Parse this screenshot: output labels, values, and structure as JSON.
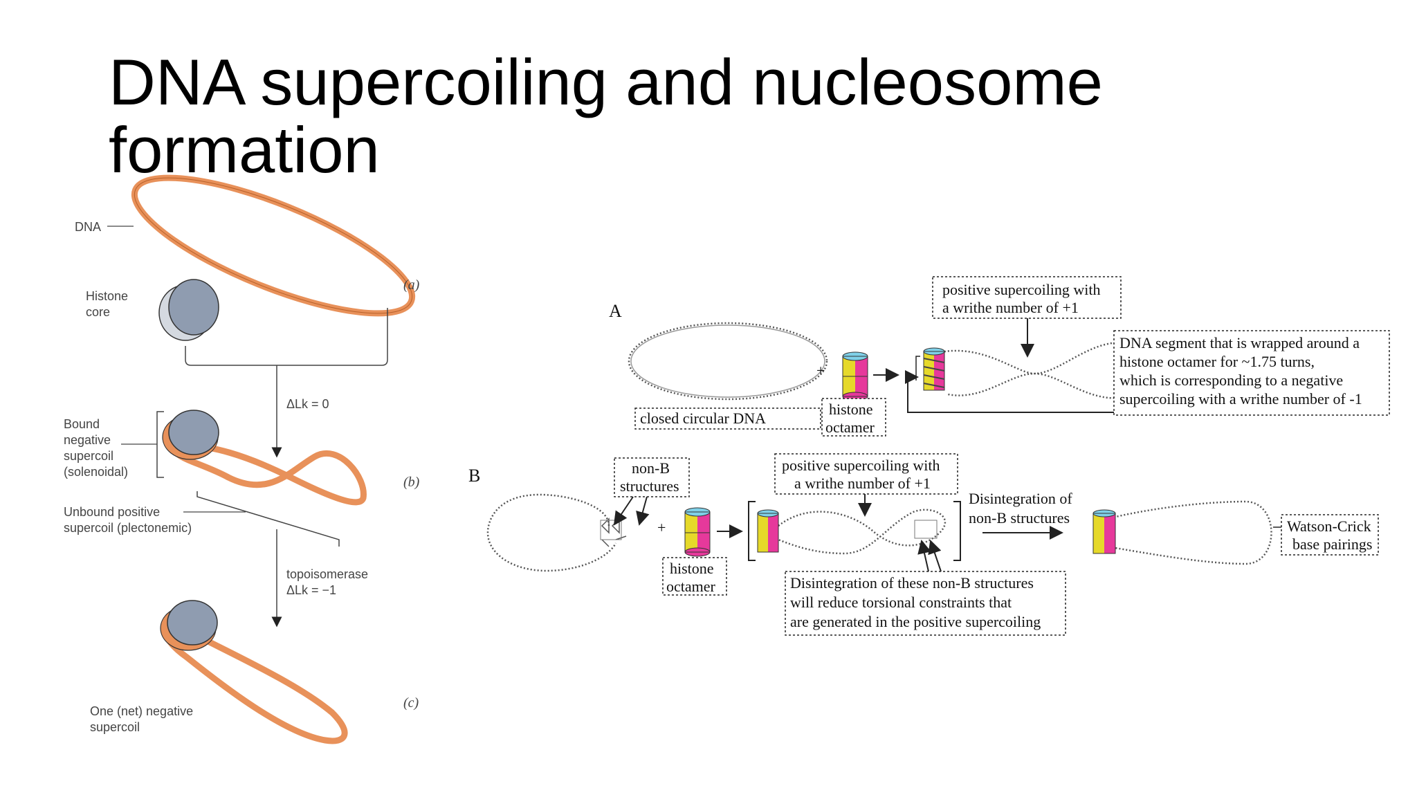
{
  "slide": {
    "title": "DNA supercoiling and nucleosome formation"
  },
  "left_figure": {
    "dna_label": "DNA",
    "histone_core_label_1": "Histone",
    "histone_core_label_2": "core",
    "panel_a": "(a)",
    "panel_b": "(b)",
    "panel_c": "(c)",
    "delta_lk_0": "ΔLk = 0",
    "bound_neg_1": "Bound",
    "bound_neg_2": "negative",
    "bound_neg_3": "supercoil",
    "bound_neg_4": "(solenoidal)",
    "unbound_pos_1": "Unbound positive",
    "unbound_pos_2": "supercoil (plectonemic)",
    "topo_1": "topoisomerase",
    "topo_2": "ΔLk = −1",
    "net_neg_1": "One (net) negative",
    "net_neg_2": "supercoil",
    "colors": {
      "dna": "#e8915a",
      "histone": "#8f9cb0"
    }
  },
  "right_figure": {
    "panel_A": "A",
    "panel_B": "B",
    "plus": "+",
    "closed_circular_dna": "closed circular DNA",
    "histone_1": "histone",
    "histone_2": "octamer",
    "pos_super_A_1": "positive supercoiling with",
    "pos_super_A_2": "a writhe number of +1",
    "dna_seg_1": "DNA segment that is wrapped around a",
    "dna_seg_2": "histone   octamer   for   ~1.75   turns,",
    "dna_seg_3": "which  is  corresponding  to  a  negative",
    "dna_seg_4": "supercoiling with a writhe number of -1",
    "nonb_1": "non-B",
    "nonb_2": "structures",
    "histone_B_1": "histone",
    "histone_B_2": "octamer",
    "pos_super_B_1": "positive supercoiling with",
    "pos_super_B_2": "a writhe number of +1",
    "disint_1": "Disintegration of",
    "disint_2": "non-B structures",
    "wc_1": "Watson-Crick",
    "wc_2": "base pairings",
    "disint_these_1": "Disintegration  of  these  non-B  structures",
    "disint_these_2": "will   reduce   torsional   constraints   that",
    "disint_these_3": "are generated in the positive supercoiling",
    "colors": {
      "magenta": "#e6399b",
      "yellow": "#e6d92a",
      "cyan": "#7fd0e8",
      "green": "#9bd66a"
    }
  }
}
